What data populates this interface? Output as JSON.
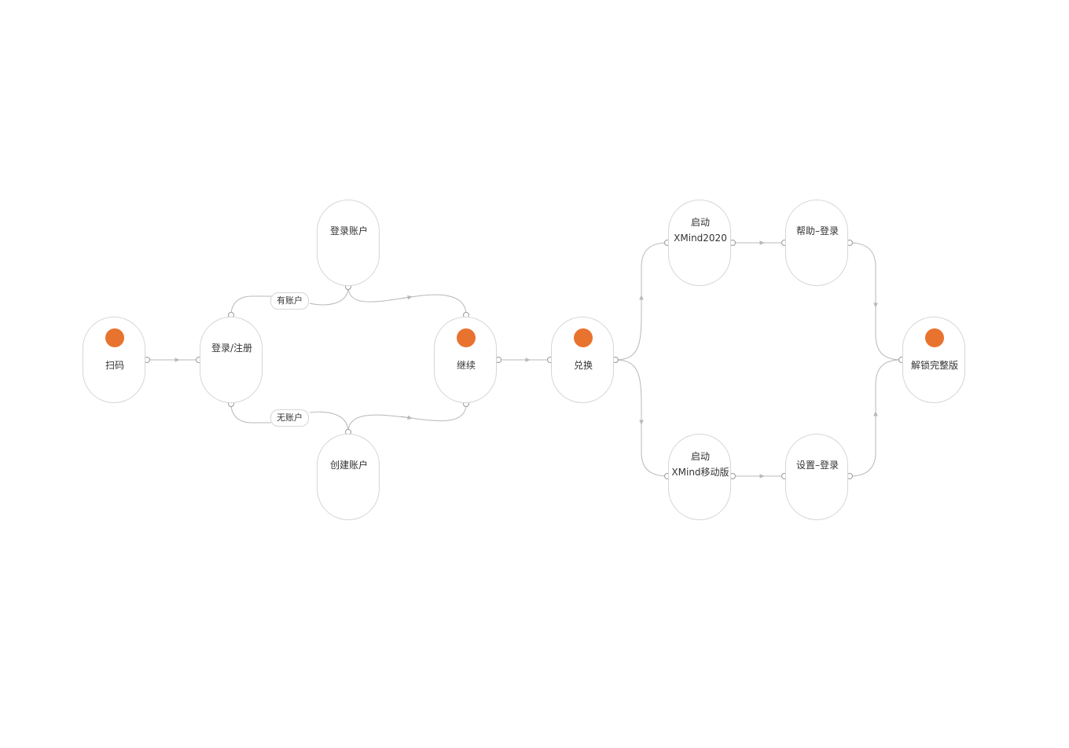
{
  "nodes": {
    "scan": {
      "label": "扫码",
      "start": true
    },
    "login_register": {
      "label": "登录/注册"
    },
    "login_account": {
      "label": "登录账户"
    },
    "create_account": {
      "label": "创建账户"
    },
    "continue": {
      "label": "继续",
      "start": true
    },
    "redeem": {
      "label": "兑换",
      "start": true
    },
    "launch_desktop": {
      "label_line1": "启动",
      "label_line2": "XMind2020"
    },
    "launch_mobile": {
      "label_line1": "启动",
      "label_line2": "XMind移动版"
    },
    "help_login": {
      "label": "帮助–登录"
    },
    "settings_login": {
      "label": "设置–登录"
    },
    "unlock": {
      "label": "解锁完整版",
      "start": true
    }
  },
  "edge_labels": {
    "has_account": "有账户",
    "no_account": "无账户"
  },
  "colors": {
    "start_dot": "#e8732f",
    "node_border": "#d6d6d6",
    "edge": "#b8b8b8",
    "text": "#333333"
  }
}
